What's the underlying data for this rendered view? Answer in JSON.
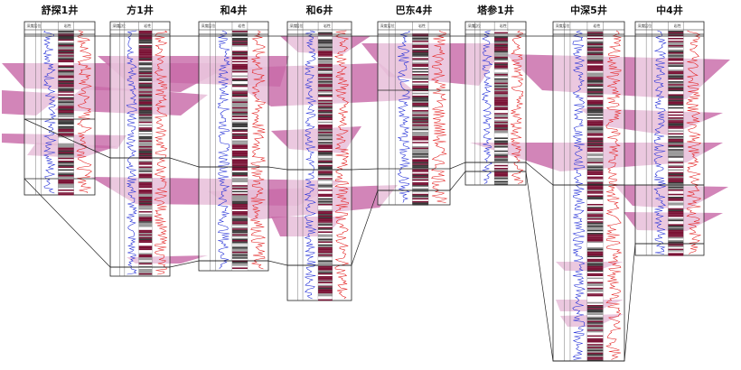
{
  "wells": [
    {
      "name": "舒探1井"
    },
    {
      "name": "方1井"
    },
    {
      "name": "和4井"
    },
    {
      "name": "和6井"
    },
    {
      "name": "巴东4井"
    },
    {
      "name": "塔参1井"
    },
    {
      "name": "中深5井"
    },
    {
      "name": "中4井"
    }
  ],
  "track_headers": {
    "depth": "深度",
    "formation": "层位",
    "lithology": "岩性"
  },
  "colors": {
    "sand_band": "#c86aa8",
    "gr_curve": "#1f2bd6",
    "res_curve": "#e31b1b",
    "lith_dark": "#7a1235",
    "border": "#222222"
  }
}
